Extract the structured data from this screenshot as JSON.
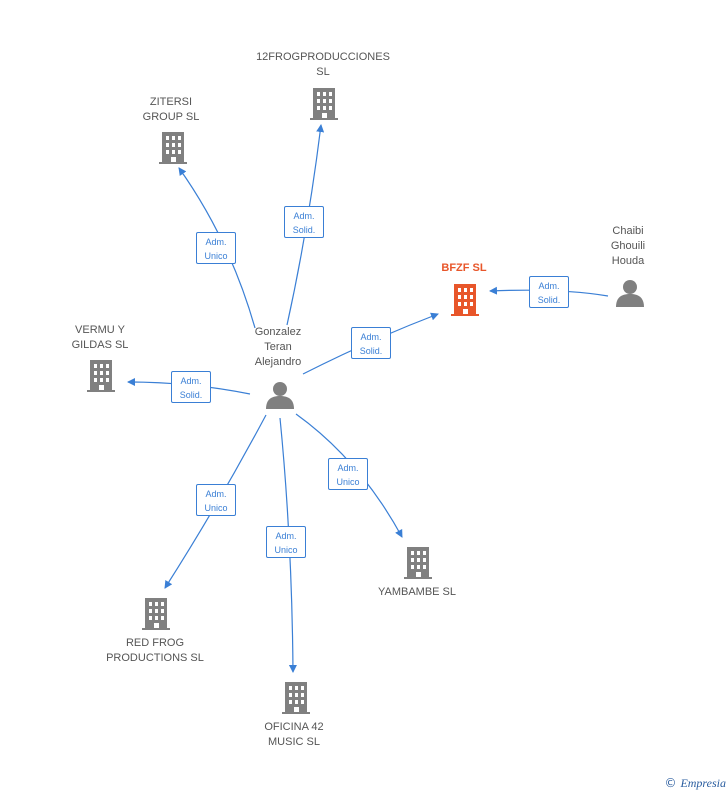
{
  "center": {
    "name": "Gonzalez\nTeran\nAlejandro"
  },
  "nodes": [
    {
      "id": "zitersi",
      "label": "ZITERSI\nGROUP SL"
    },
    {
      "id": "frog12",
      "label": "12FROGPRODUCCIONES\nSL"
    },
    {
      "id": "bfzf",
      "label": "BFZF SL"
    },
    {
      "id": "chaibi",
      "label": "Chaibi\nGhouili\nHouda"
    },
    {
      "id": "vermu",
      "label": "VERMU Y\nGILDAS SL"
    },
    {
      "id": "redfrog",
      "label": "RED FROG\nPRODUCTIONS SL"
    },
    {
      "id": "oficina",
      "label": "OFICINA 42\nMUSIC SL"
    },
    {
      "id": "yambambe",
      "label": "YAMBAMBE SL"
    }
  ],
  "edges": [
    {
      "id": "e-zitersi",
      "l1": "Adm.",
      "l2": "Unico"
    },
    {
      "id": "e-frog12",
      "l1": "Adm.",
      "l2": "Solid."
    },
    {
      "id": "e-bfzf",
      "l1": "Adm.",
      "l2": "Solid."
    },
    {
      "id": "e-chaibi",
      "l1": "Adm.",
      "l2": "Solid."
    },
    {
      "id": "e-vermu",
      "l1": "Adm.",
      "l2": "Solid."
    },
    {
      "id": "e-redfrog",
      "l1": "Adm.",
      "l2": "Unico"
    },
    {
      "id": "e-oficina",
      "l1": "Adm.",
      "l2": "Unico"
    },
    {
      "id": "e-yambambe",
      "l1": "Adm.",
      "l2": "Unico"
    }
  ],
  "footer": {
    "symbol": "©",
    "brand": "Empresia"
  },
  "colors": {
    "edge": "#3a7fd5",
    "building": "#808080",
    "focus": "#e8562a",
    "person": "#808080"
  }
}
